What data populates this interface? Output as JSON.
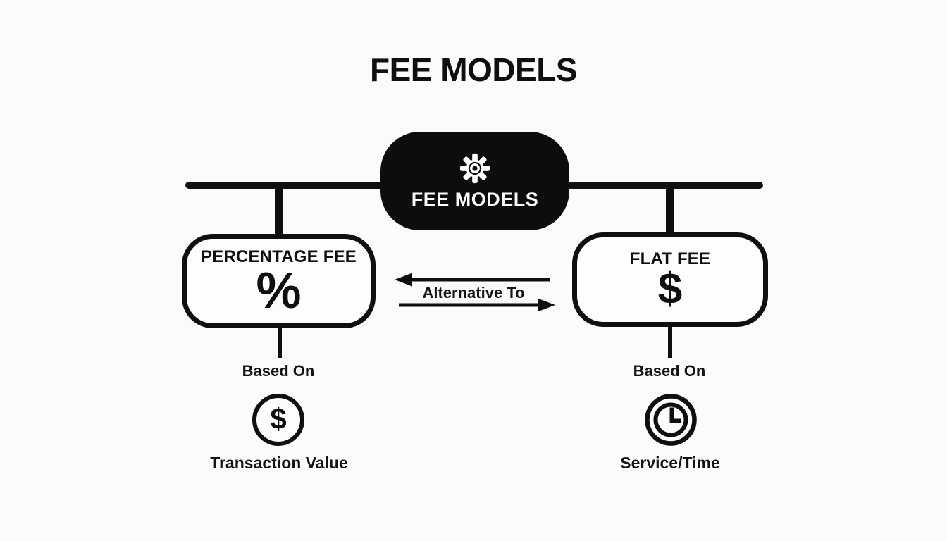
{
  "colors": {
    "background": "#fbfbfb",
    "ink": "#0f0f0f",
    "root_fill": "#0d0d0d",
    "root_text": "#ffffff",
    "node_fill": "#fdfdfd"
  },
  "title": "FEE MODELS",
  "root": {
    "label": "FEE MODELS",
    "icon": "gear-icon"
  },
  "relationship": {
    "label": "Alternative To"
  },
  "left": {
    "title": "PERCENTAGE FEE",
    "symbol": "%",
    "connector_label": "Based On",
    "icon": "dollar-circle-icon",
    "icon_symbol": "$",
    "leaf": "Transaction Value"
  },
  "right": {
    "title": "FLAT FEE",
    "symbol": "$",
    "connector_label": "Based On",
    "icon": "clock-icon",
    "leaf": "Service/Time"
  }
}
